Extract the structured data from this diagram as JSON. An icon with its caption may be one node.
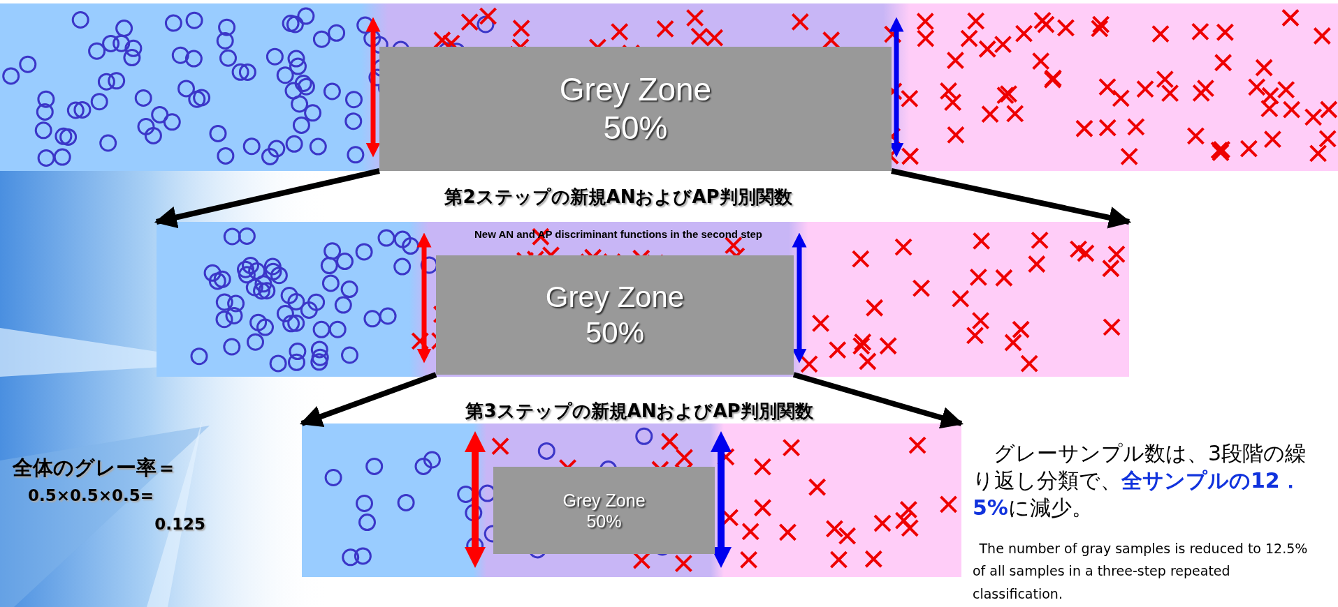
{
  "diagram": {
    "nodes": [
      {
        "text": [],
        "shape": "box"
      },
      {
        "text": [
          "Grey Zone",
          "50%"
        ],
        "in": 0
      },
      {
        "text": [],
        "shape": "box"
      },
      {
        "text": [
          "Grey Zone",
          "50%"
        ],
        "in": 2
      },
      {
        "text": [],
        "shape": "box"
      },
      {
        "text": [
          "Grey Zone",
          "50%"
        ],
        "in": 4
      }
    ],
    "edges": [
      {
        "from": 1,
        "to": 2,
        "arrow": "to"
      },
      {
        "from": 1,
        "to": 2,
        "arrow": "to"
      },
      {
        "from": 3,
        "to": 4,
        "arrow": "to"
      },
      {
        "from": 3,
        "to": 4,
        "arrow": "to"
      }
    ],
    "labels": [
      "第2ステップの新規ANおよびAP判別関数",
      "New AN and AP discriminant functions in the second step",
      "第3ステップの新規ANおよびAP判別関数",
      "全体のグレー率＝",
      "0.5×0.5×0.5=",
      "0.125",
      "グレーサンプル数は、3段階の繰り返し分類で、**全サンプルの12．5%**に減少。",
      "The number of gray samples is reduced to 12.5% of all samples in a three-step repeated classification."
    ]
  }
}
